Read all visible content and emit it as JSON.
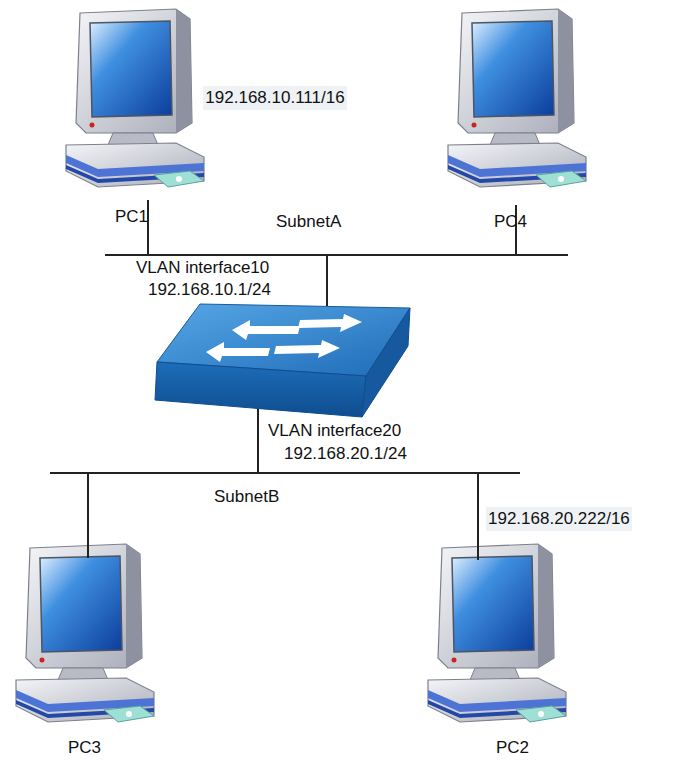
{
  "diagram": {
    "labels": [
      "192.168.10.111/16",
      "PC1",
      "SubnetA",
      "PC4",
      "VLAN interface10",
      "192.168.10.1/24",
      "VLAN interface20",
      "192.168.20.1/24",
      "SubnetB",
      "192.168.20.222/16",
      "PC3",
      "PC2"
    ]
  }
}
